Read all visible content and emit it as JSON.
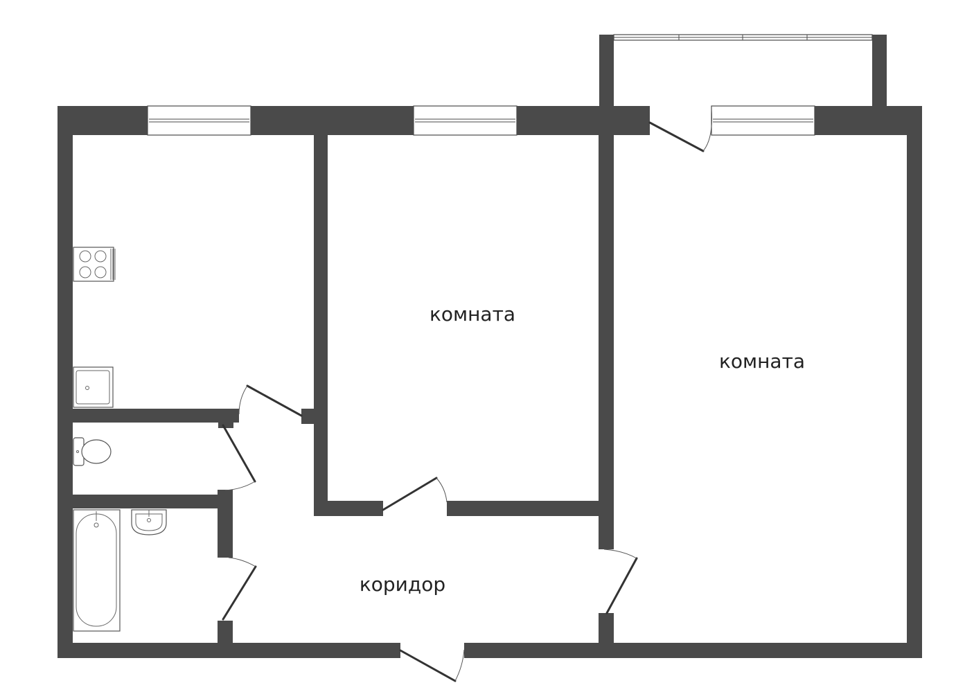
{
  "plan": {
    "rooms": [
      {
        "id": "room-1",
        "label": "комната"
      },
      {
        "id": "room-2",
        "label": "комната"
      },
      {
        "id": "corridor",
        "label": "коридор"
      }
    ],
    "colors": {
      "wall": "#4a4a4a",
      "background": "#ffffff",
      "label": "#222222"
    }
  }
}
